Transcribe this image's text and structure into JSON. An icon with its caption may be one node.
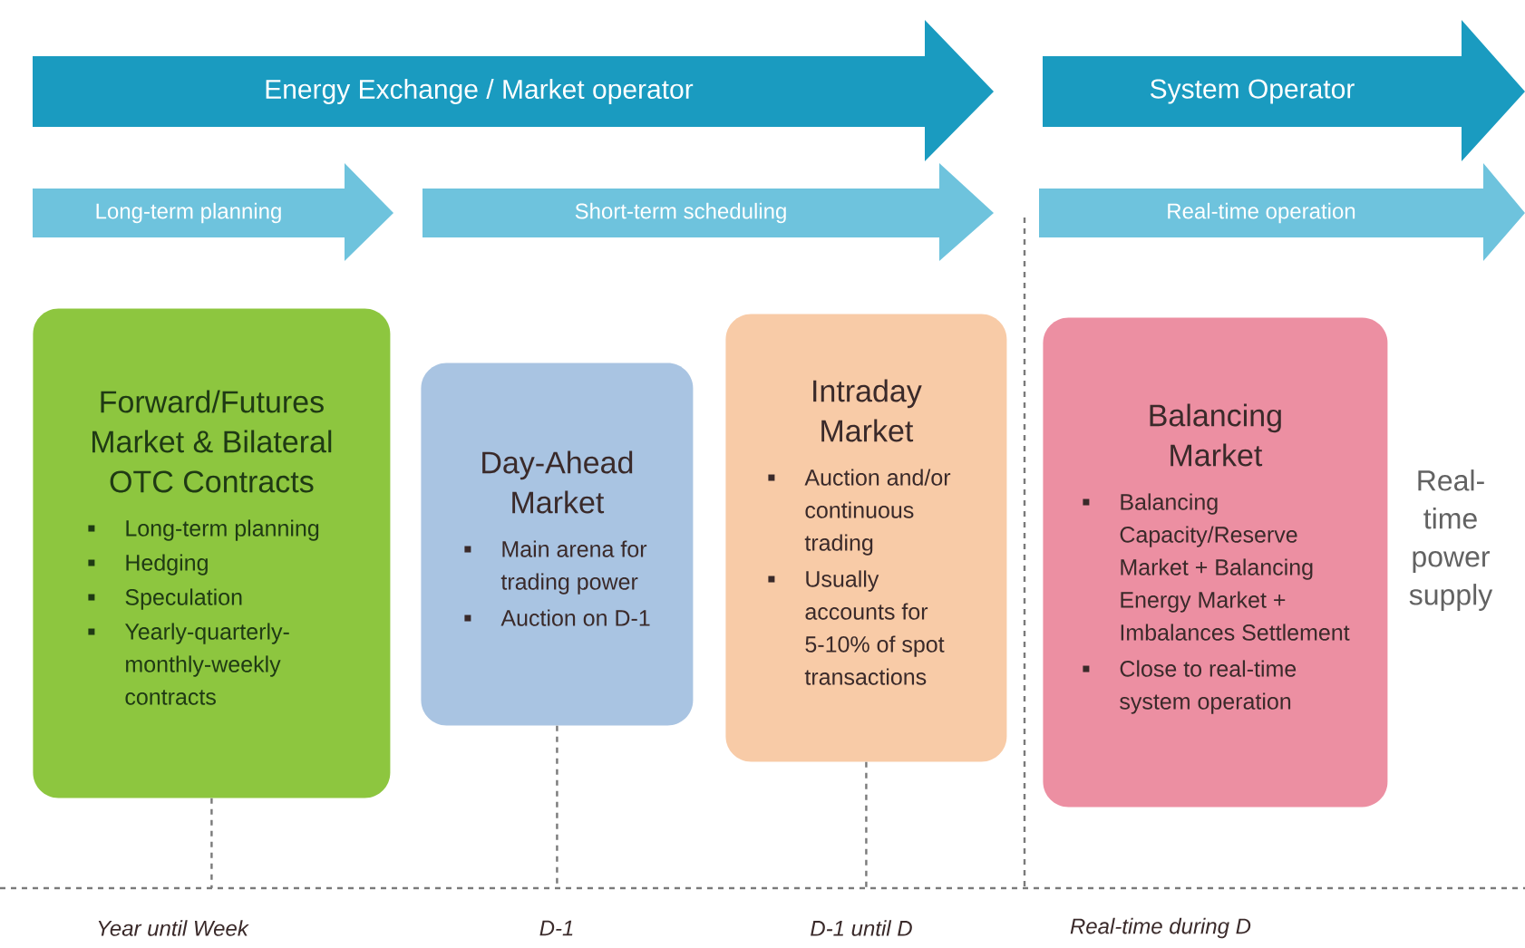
{
  "diagram": {
    "nodes": [
      {
        "text": [
          "Energy Exchange / Market operator"
        ]
      },
      {
        "text": [
          "System Operator"
        ]
      },
      {
        "text": [
          "Long-term planning"
        ]
      },
      {
        "text": [
          "Short-term scheduling"
        ]
      },
      {
        "text": [
          "Real-time operation"
        ]
      },
      {
        "text": [
          "Forward/Futures Market & Bilateral OTC Contracts",
          "Long-term planning",
          "Hedging",
          "Speculation",
          "Yearly-quarterly-monthly-weekly contracts"
        ]
      },
      {
        "text": [
          "Day-Ahead Market",
          "Main arena for trading power",
          "Auction on D-1"
        ]
      },
      {
        "text": [
          "Intraday Market",
          "Auction and/or continuous trading",
          "Usually accounts for 5-10% of spot transactions"
        ]
      },
      {
        "text": [
          "Balancing Market",
          "Balancing Capacity/Reserve Market + Balancing Energy Market + Imbalances Settlement",
          "Close to real-time system operation"
        ]
      }
    ],
    "edges": [
      {
        "from": 5,
        "to": null,
        "arrow": "none",
        "style": "dashed"
      },
      {
        "from": 6,
        "to": null,
        "arrow": "none",
        "style": "dashed"
      },
      {
        "from": 7,
        "to": null,
        "arrow": "none",
        "style": "dashed"
      }
    ],
    "labels": [
      "Real-time power supply",
      "Year until Week",
      "D-1",
      "D-1 until D",
      "Real-time during D"
    ]
  }
}
